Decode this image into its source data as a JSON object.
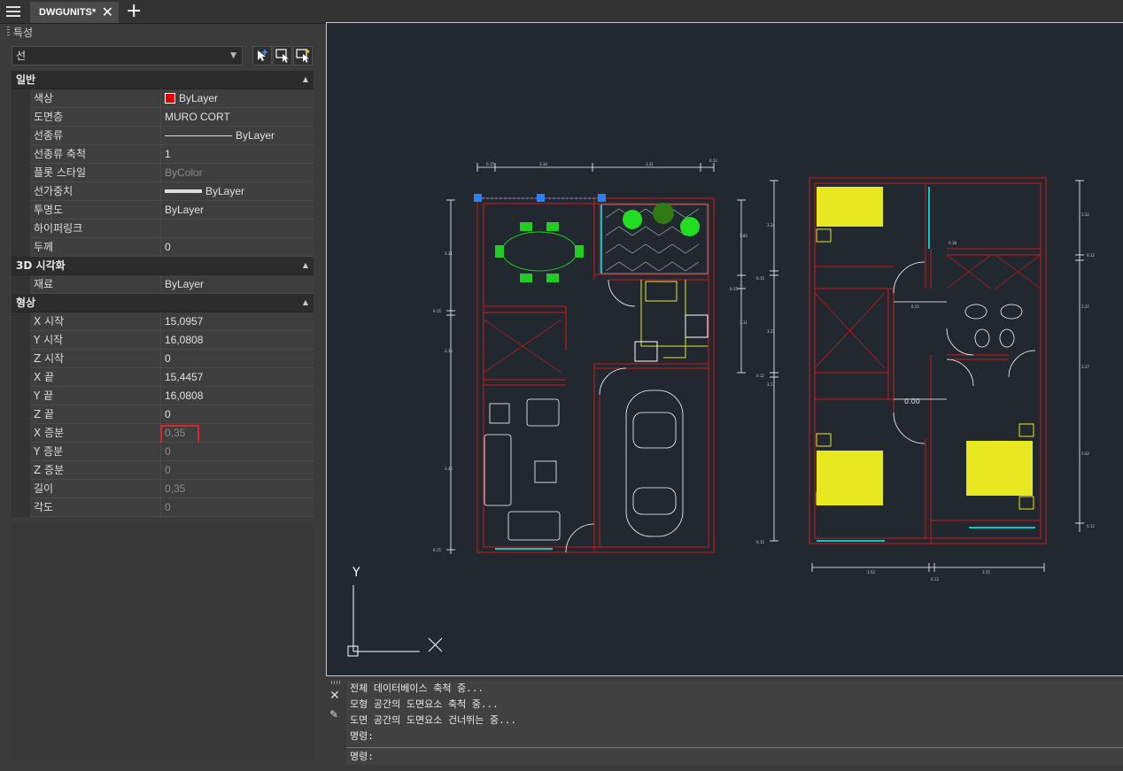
{
  "tab": {
    "title": "DWGUNITS*",
    "close": "✕",
    "add": "+"
  },
  "panel": {
    "title": "특성",
    "object_type": "선",
    "sections": [
      {
        "name": "일반",
        "rows": [
          {
            "label": "색상",
            "value": "ByLayer",
            "swatch": "#e00000"
          },
          {
            "label": "도면층",
            "value": "MURO CORT"
          },
          {
            "label": "선종류",
            "value": "ByLayer"
          },
          {
            "label": "선종류 축척",
            "value": "1"
          },
          {
            "label": "플롯 스타일",
            "value": "ByColor"
          },
          {
            "label": "선가중치",
            "value": "ByLayer"
          },
          {
            "label": "투명도",
            "value": "ByLayer"
          },
          {
            "label": "하이퍼링크",
            "value": ""
          },
          {
            "label": "두께",
            "value": "0"
          }
        ]
      },
      {
        "name": "3D 시각화",
        "rows": [
          {
            "label": "재료",
            "value": "ByLayer"
          }
        ]
      },
      {
        "name": "형상",
        "rows": [
          {
            "label": "X 시작",
            "value": "15,0957"
          },
          {
            "label": "Y 시작",
            "value": "16,0808"
          },
          {
            "label": "Z 시작",
            "value": "0"
          },
          {
            "label": "X 끝",
            "value": "15,4457"
          },
          {
            "label": "Y 끝",
            "value": "16,0808"
          },
          {
            "label": "Z 끝",
            "value": "0"
          },
          {
            "label": "X 증분",
            "value": "0,35"
          },
          {
            "label": "Y 증분",
            "value": "0"
          },
          {
            "label": "Z 증분",
            "value": "0"
          },
          {
            "label": "길이",
            "value": "0,35"
          },
          {
            "label": "각도",
            "value": "0"
          }
        ]
      }
    ]
  },
  "viewport": {
    "background": "#212830",
    "annotation": "0.00",
    "ucs": {
      "y": "Y",
      "x": "X"
    }
  },
  "command": {
    "history": [
      "전체 데이터베이스 축척 중...",
      "모형 공간의 도면요소 축척 중...",
      "도면 공간의 도면요소 건너뛰는 중...",
      "명령:"
    ],
    "prompt": "명령:"
  }
}
